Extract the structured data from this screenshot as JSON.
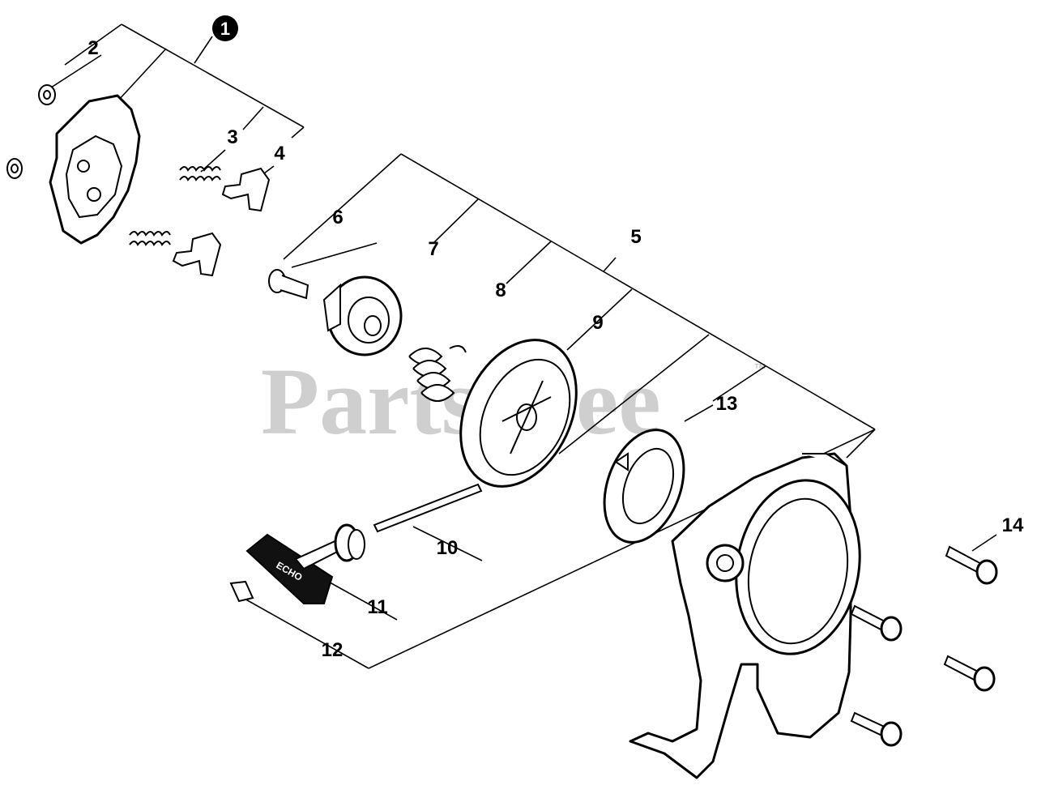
{
  "watermark": "PartsTree",
  "watermark_mark": "™",
  "callouts": {
    "c1": "1",
    "c2": "2",
    "c3": "3",
    "c4": "4",
    "c5": "5",
    "c6": "6",
    "c7": "7",
    "c8": "8",
    "c9": "9",
    "c10": "10",
    "c11": "11",
    "c12": "12",
    "c13": "13",
    "c14": "14"
  },
  "handle_logo": "ECHO"
}
